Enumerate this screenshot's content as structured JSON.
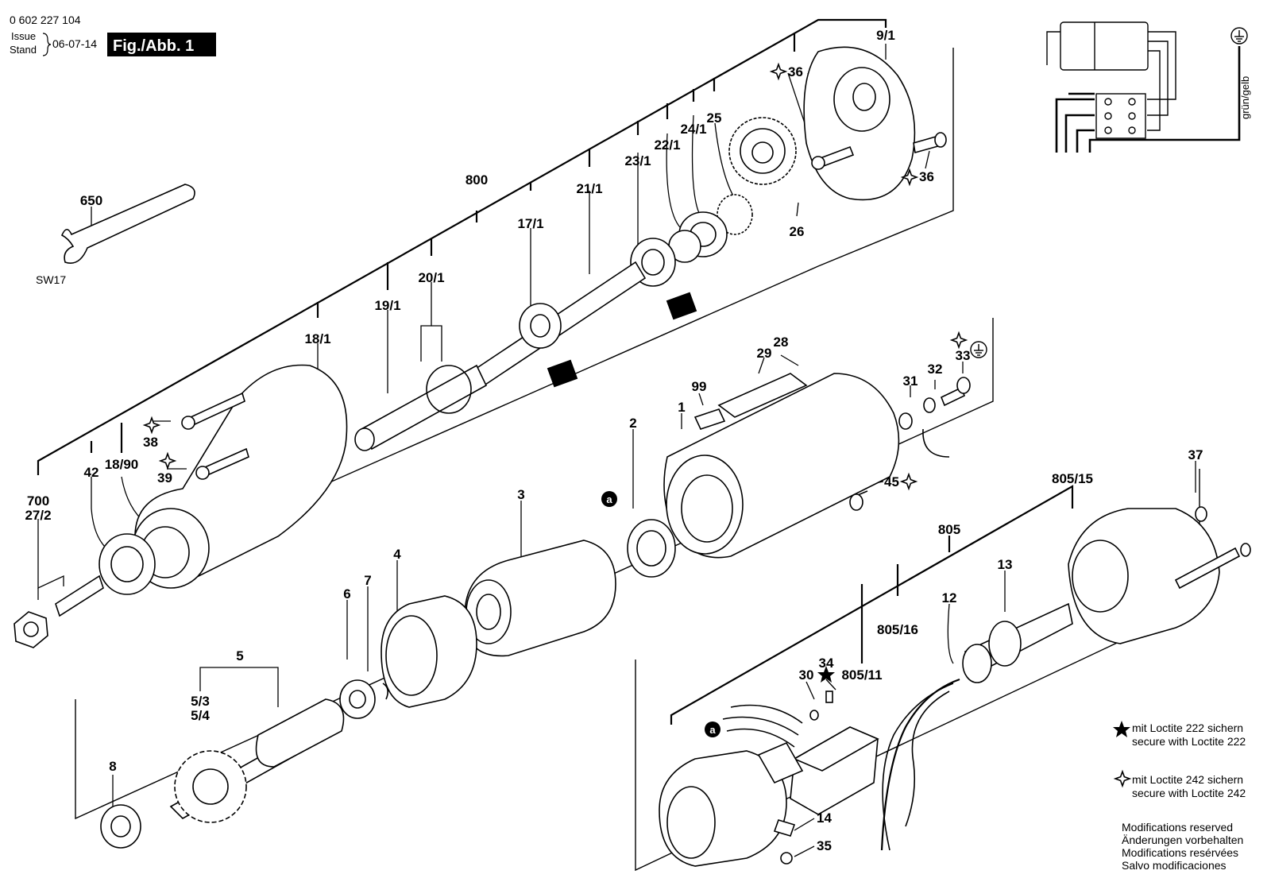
{
  "header": {
    "doc_number": "0 602 227 104",
    "issue_label": "Issue",
    "stand_label": "Stand",
    "date": "06-07-14",
    "figure_title": "Fig./Abb. 1"
  },
  "parts": {
    "p9_1": "9/1",
    "p36a": "36",
    "p36b": "36",
    "p25": "25",
    "p24_1": "24/1",
    "p22_1": "22/1",
    "p23_1": "23/1",
    "p21_1": "21/1",
    "p800": "800",
    "p17_1": "17/1",
    "p26": "26",
    "p650": "650",
    "sw17": "SW17",
    "p20_1": "20/1",
    "p19_1": "19/1",
    "p18_1": "18/1",
    "p38": "38",
    "p39": "39",
    "p18_90": "18/90",
    "p42": "42",
    "p700": "700",
    "p27_2": "27/2",
    "p29": "29",
    "p28": "28",
    "p99": "99",
    "p1": "1",
    "p31": "31",
    "p32": "32",
    "p33": "33",
    "p45": "45",
    "p2": "2",
    "p3": "3",
    "p4": "4",
    "p6": "6",
    "p7": "7",
    "p5": "5",
    "p5_3": "5/3",
    "p5_4": "5/4",
    "p8": "8",
    "p37": "37",
    "p805_15": "805/15",
    "p805": "805",
    "p13": "13",
    "p12": "12",
    "p805_16": "805/16",
    "p805_11": "805/11",
    "p34": "34",
    "p30": "30",
    "p14": "14",
    "p35": "35",
    "marker_a": "a"
  },
  "wiring": {
    "color_label": "grün/gelb"
  },
  "legend": {
    "loctite222_de": "mit Loctite 222 sichern",
    "loctite222_en": "secure with Loctite 222",
    "loctite242_de": "mit Loctite 242 sichern",
    "loctite242_en": "secure with Loctite 242",
    "mod_en": "Modifications reserved",
    "mod_de": "Änderungen vorbehalten",
    "mod_fr": "Modifications resérvées",
    "mod_es": "Salvo modificaciones"
  }
}
